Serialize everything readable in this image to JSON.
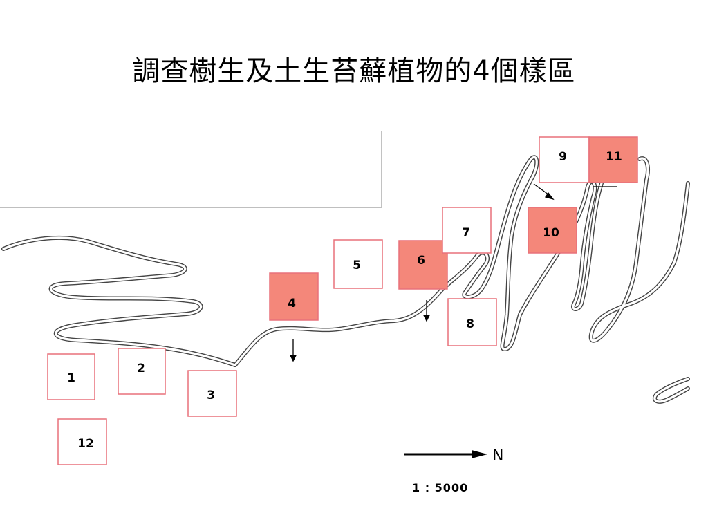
{
  "slide": {
    "title": "調查樹生及土生苔蘚植物的4個樣區"
  },
  "map": {
    "plots": [
      {
        "id": "1",
        "label": "1",
        "highlighted": false
      },
      {
        "id": "2",
        "label": "2",
        "highlighted": false
      },
      {
        "id": "3",
        "label": "3",
        "highlighted": false
      },
      {
        "id": "4",
        "label": "4",
        "highlighted": true
      },
      {
        "id": "5",
        "label": "5",
        "highlighted": false
      },
      {
        "id": "6",
        "label": "6",
        "highlighted": true
      },
      {
        "id": "7",
        "label": "7",
        "highlighted": false
      },
      {
        "id": "8",
        "label": "8",
        "highlighted": false
      },
      {
        "id": "9",
        "label": "9",
        "highlighted": false
      },
      {
        "id": "10",
        "label": "10",
        "highlighted": true
      },
      {
        "id": "11",
        "label": "11",
        "highlighted": true
      },
      {
        "id": "12",
        "label": "12",
        "highlighted": false
      }
    ],
    "north_label": "N",
    "scale_label": "1 : 5000",
    "colors": {
      "plot_border": "#e8707a",
      "plot_highlight_fill": "#f4877a",
      "road": "#444444"
    }
  }
}
